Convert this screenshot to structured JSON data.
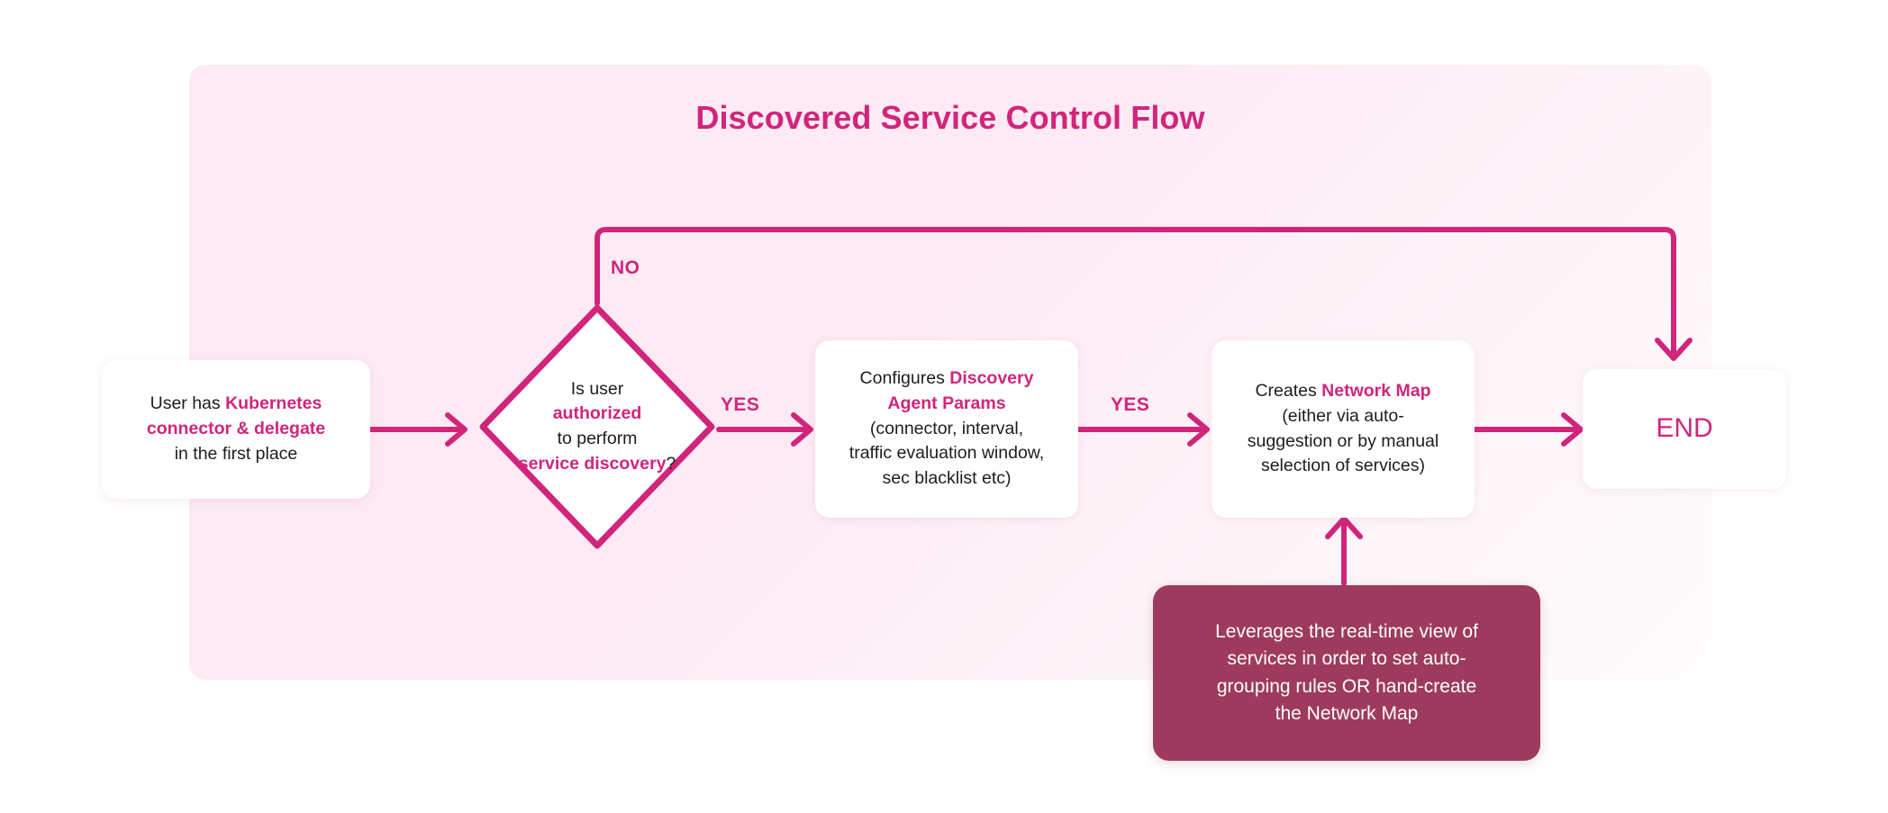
{
  "page": {
    "title": "Discovered Service Control Flow",
    "accent_color": "#d1257c",
    "panel_color": "#fdeaf3",
    "note_color": "#9e3a5d",
    "text_color": "#1d1d1d",
    "node_fill": "#ffffff"
  },
  "nodes": {
    "start": {
      "name": "user-has-kubernetes-connector",
      "lines": [
        [
          {
            "t": "User has ",
            "hl": false
          },
          {
            "t": "Kubernetes",
            "hl": true
          }
        ],
        [
          {
            "t": "connector & delegate",
            "hl": true
          }
        ],
        [
          {
            "t": "in the first place",
            "hl": false
          }
        ]
      ],
      "plain": "User has Kubernetes connector & delegate in the first place"
    },
    "decision": {
      "name": "is-user-authorized-decision",
      "lines": [
        [
          {
            "t": "Is user",
            "hl": false
          }
        ],
        [
          {
            "t": "authorized",
            "hl": true
          }
        ],
        [
          {
            "t": "to perform",
            "hl": false
          }
        ],
        [
          {
            "t": "service discovery",
            "hl": true
          },
          {
            "t": "?",
            "hl": false
          }
        ]
      ],
      "plain": "Is user authorized to perform service discovery?"
    },
    "params": {
      "name": "configures-discovery-agent-params",
      "lines": [
        [
          {
            "t": "Configures ",
            "hl": false
          },
          {
            "t": "Discovery",
            "hl": true
          }
        ],
        [
          {
            "t": "Agent Params",
            "hl": true
          }
        ],
        [
          {
            "t": "(connector, interval,",
            "hl": false
          }
        ],
        [
          {
            "t": "traffic evaluation window,",
            "hl": false
          }
        ],
        [
          {
            "t": "sec blacklist etc)",
            "hl": false
          }
        ]
      ],
      "plain": "Configures Discovery Agent Params (connector, interval, traffic evaluation window, sec blacklist etc)"
    },
    "netmap": {
      "name": "creates-network-map",
      "lines": [
        [
          {
            "t": "Creates ",
            "hl": false
          },
          {
            "t": "Network Map",
            "hl": true
          }
        ],
        [
          {
            "t": "(either via auto-",
            "hl": false
          }
        ],
        [
          {
            "t": "suggestion or by manual",
            "hl": false
          }
        ],
        [
          {
            "t": "selection of services)",
            "hl": false
          }
        ]
      ],
      "plain": "Creates Network Map (either via auto-suggestion or by manual selection of services)"
    },
    "end": {
      "name": "end-node",
      "label": "END"
    },
    "note": {
      "name": "leverages-real-time-view-note",
      "lines": [
        "Leverages the real-time view of",
        "services in order to set auto-",
        "grouping rules OR hand-create",
        "the Network Map"
      ],
      "plain": "Leverages the real-time view of services in order to set auto-grouping rules OR hand-create the Network Map"
    }
  },
  "edges": {
    "no_label": "NO",
    "yes_label_1": "YES",
    "yes_label_2": "YES",
    "list": [
      {
        "from": "start",
        "to": "decision",
        "label": ""
      },
      {
        "from": "decision",
        "to": "params",
        "label": "YES"
      },
      {
        "from": "params",
        "to": "netmap",
        "label": "YES"
      },
      {
        "from": "netmap",
        "to": "end",
        "label": ""
      },
      {
        "from": "decision",
        "to": "end",
        "label": "NO"
      },
      {
        "from": "note",
        "to": "netmap",
        "label": ""
      }
    ]
  }
}
